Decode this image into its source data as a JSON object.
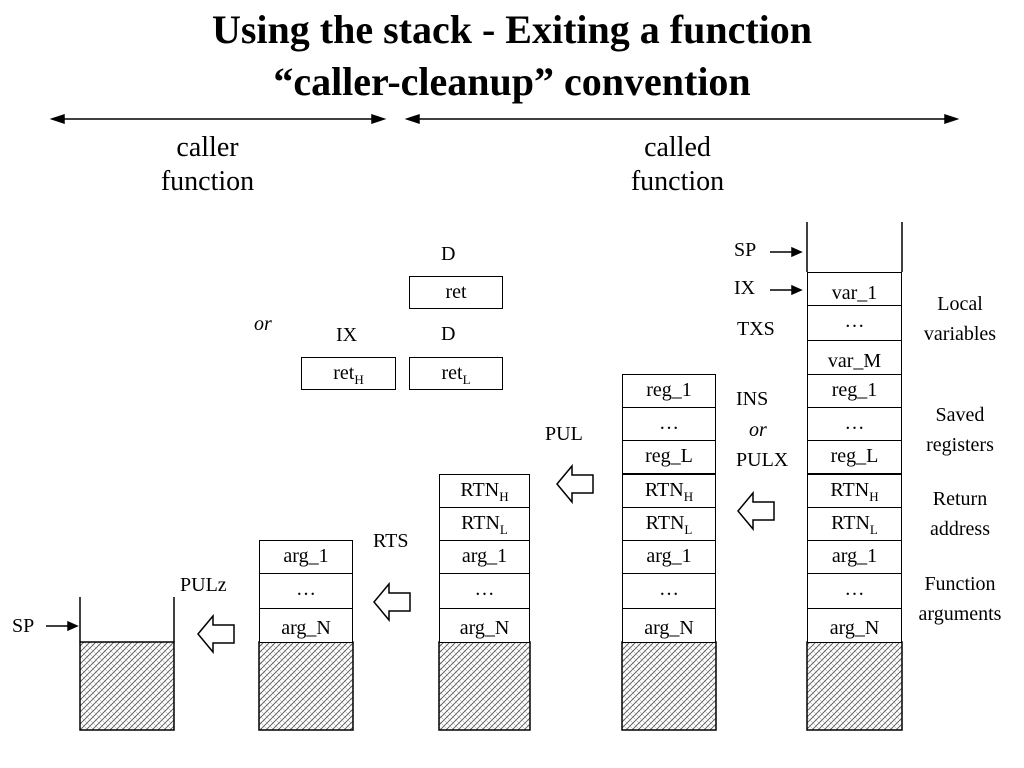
{
  "title": {
    "line1": "Using the stack - Exiting a function",
    "line2": "“caller-cleanup” convention"
  },
  "headers": {
    "caller": [
      "caller",
      "function"
    ],
    "called": [
      "called",
      "function"
    ]
  },
  "ops": {
    "rts": "RTS",
    "pul": "PUL",
    "ins": "INS",
    "or": "or",
    "pulx": "PULX",
    "pulz": "PULz",
    "txs": "TXS"
  },
  "pointers": {
    "sp": "SP",
    "ix": "IX"
  },
  "registers": {
    "d": "D",
    "ix": "IX",
    "or": "or",
    "ret": "ret",
    "ret_prefix": "ret",
    "ret_h_sub": "H",
    "ret_l_sub": "L"
  },
  "stack": {
    "var_1": "var_1",
    "var_m": "var_M",
    "reg_1": "reg_1",
    "reg_l": "reg_L",
    "rtn": "RTN",
    "h": "H",
    "l": "L",
    "arg_1": "arg_1",
    "arg_n": "arg_N",
    "dots": "…"
  },
  "annotations": {
    "local": [
      "Local",
      "variables"
    ],
    "saved": [
      "Saved",
      "registers"
    ],
    "return_addr": [
      "Return",
      "address"
    ],
    "func_args": [
      "Function",
      "arguments"
    ]
  }
}
